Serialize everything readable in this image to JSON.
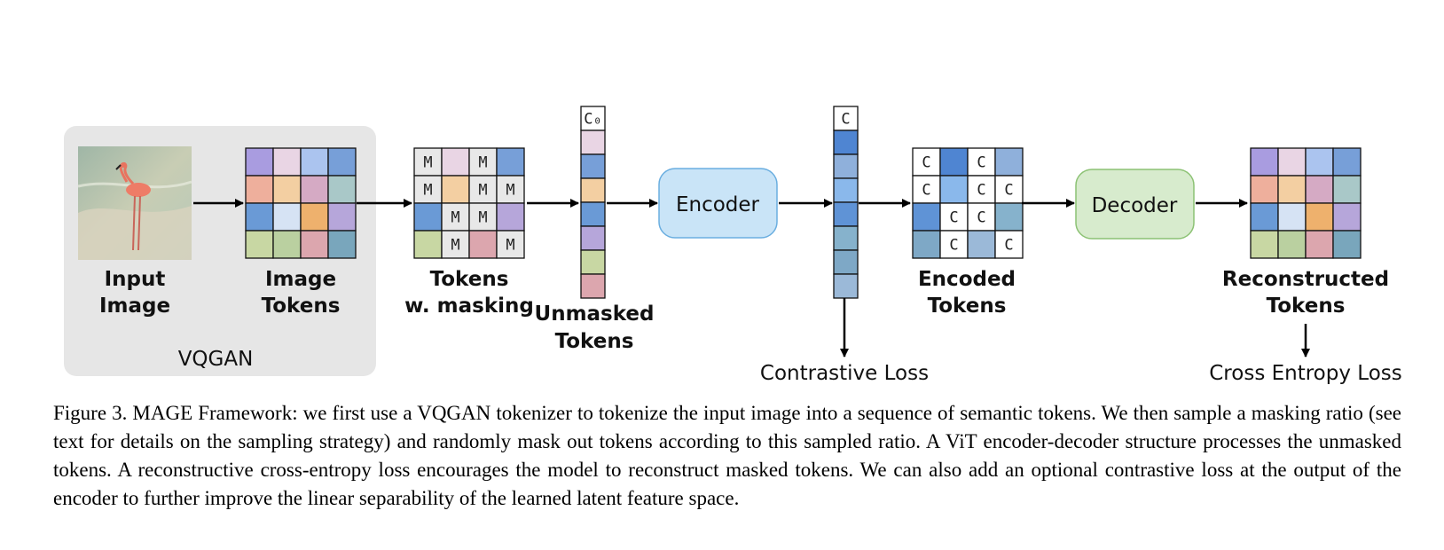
{
  "diagram": {
    "vqgan_label": "VQGAN",
    "input_image_label": [
      "Input",
      "Image"
    ],
    "image_tokens_label": [
      "Image",
      "Tokens"
    ],
    "tokens_masking_label": [
      "Tokens",
      "w. masking"
    ],
    "unmasked_tokens_label": [
      "Unmasked",
      "Tokens"
    ],
    "encoder_label": "Encoder",
    "decoder_label": "Decoder",
    "encoded_tokens_label": [
      "Encoded",
      "Tokens"
    ],
    "reconstructed_tokens_label": [
      "Reconstructed",
      "Tokens"
    ],
    "contrastive_loss_label": "Contrastive Loss",
    "cross_entropy_loss_label": "Cross Entropy Loss",
    "mask_symbol": "M",
    "class_symbol": "C",
    "class_token_symbol": "C₀",
    "colors": {
      "vqgan_bg": "#e6e6e6",
      "encoder_fill": "#c9e4f7",
      "encoder_stroke": "#6aaee0",
      "decoder_fill": "#d7ebcd",
      "decoder_stroke": "#8cc274"
    },
    "token_grid_colors": [
      [
        "#a99ce0",
        "#e9d5e4",
        "#abc4ef",
        "#779fd8"
      ],
      [
        "#eeaf9c",
        "#f3cfa2",
        "#d5aac4",
        "#a9c8c8"
      ],
      [
        "#6a9ad6",
        "#d6e3f4",
        "#eeb16d",
        "#b6a6da"
      ],
      [
        "#c8d7a3",
        "#bad0a0",
        "#dca6ae",
        "#79a6bc"
      ]
    ],
    "masked_grid": [
      [
        "M",
        "",
        "M",
        ""
      ],
      [
        "M",
        "",
        "M",
        "M"
      ],
      [
        "",
        "M",
        "M",
        ""
      ],
      [
        "",
        "M",
        "",
        "M"
      ]
    ],
    "unmasked_column_colors": [
      "#ffffff",
      "#e9d5e4",
      "#779fd8",
      "#f3cfa2",
      "#6a9ad6",
      "#b6a6da",
      "#c8d7a3",
      "#dca6ae"
    ],
    "encoded_column_colors": [
      "#ffffff",
      "#4f85d2",
      "#8fb0db",
      "#8ab8eb",
      "#5f93d6",
      "#86b2cc",
      "#7ea8c6",
      "#9bb9d8"
    ],
    "encoded_grid": [
      [
        "C",
        "#4f85d2",
        "C",
        "#8fb0db"
      ],
      [
        "C",
        "#8ab8eb",
        "C",
        "C"
      ],
      [
        "#5f93d6",
        "C",
        "C",
        "#86b2cc"
      ],
      [
        "#7ea8c6",
        "C",
        "#9bb9d8",
        "C"
      ]
    ]
  },
  "caption": "Figure 3. MAGE Framework: we first use a VQGAN tokenizer to tokenize the input image into a sequence of semantic tokens. We then sample a masking ratio (see text for details on the sampling strategy) and randomly mask out tokens according to this sampled ratio. A ViT encoder-decoder structure processes the unmasked tokens. A reconstructive cross-entropy loss encourages the model to reconstruct masked tokens. We can also add an optional contrastive loss at the output of the encoder to further improve the linear separability of the learned latent feature space."
}
